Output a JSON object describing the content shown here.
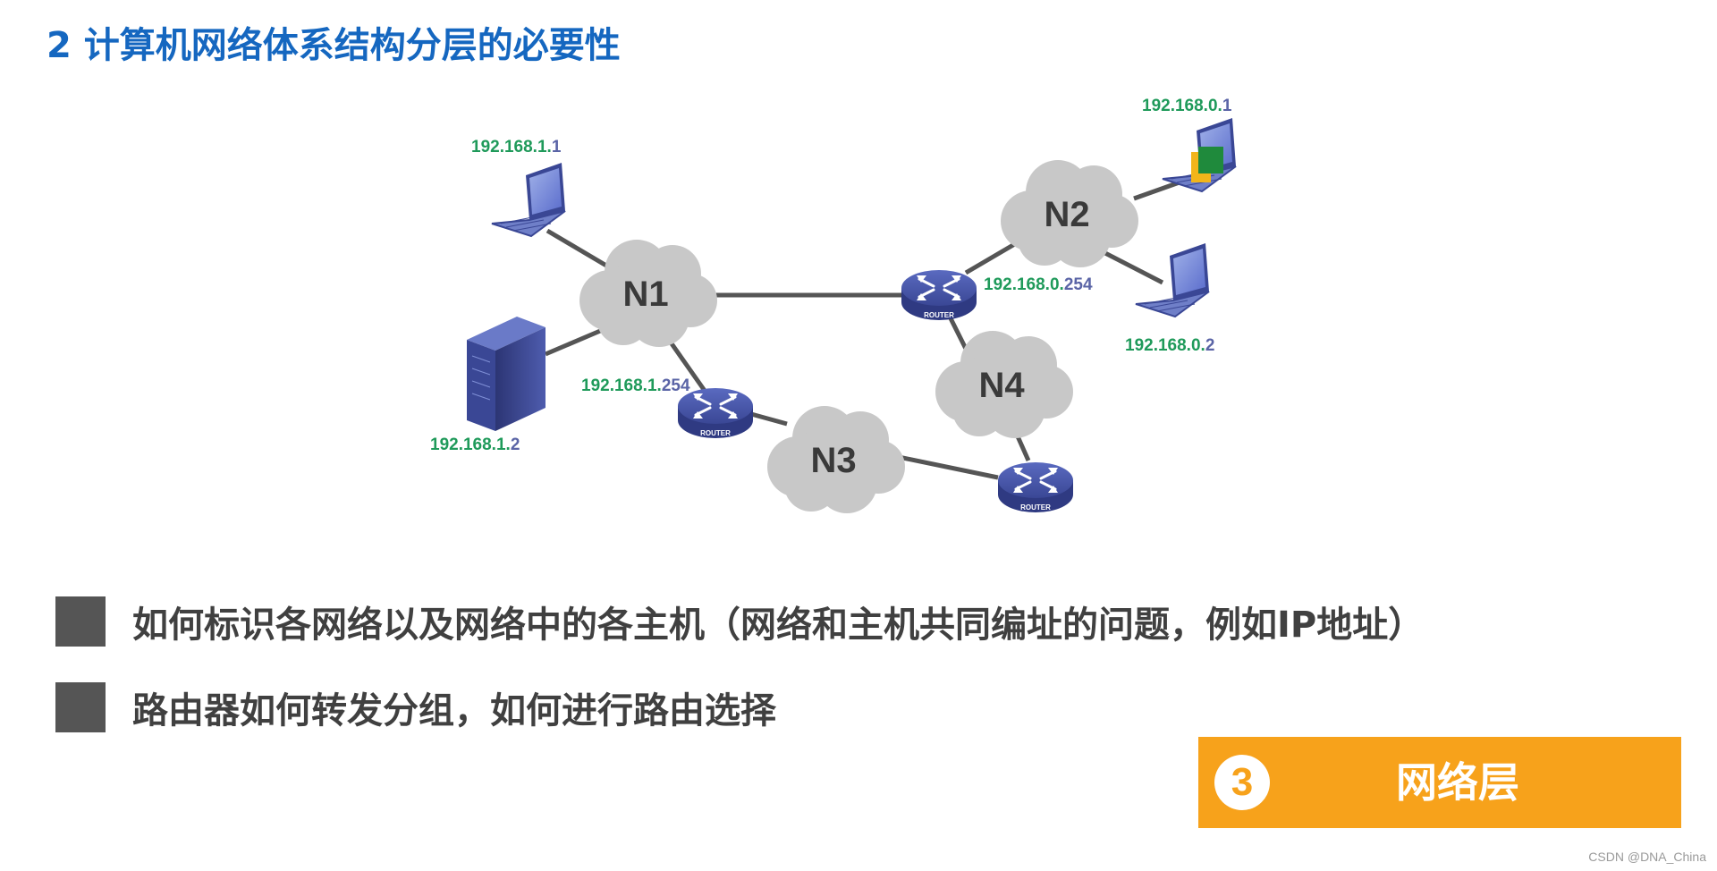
{
  "title": "2 计算机网络体系结构分层的必要性",
  "diagram": {
    "clouds": {
      "n1": "N1",
      "n2": "N2",
      "n3": "N3",
      "n4": "N4"
    },
    "router_label": "ROUTER",
    "ips": {
      "host_n1_a": {
        "net": "192.168.1.",
        "host": "1"
      },
      "server_n1": {
        "net": "192.168.1.",
        "host": "2"
      },
      "router_n1": {
        "net": "192.168.1.",
        "host": "254"
      },
      "host_n2_a": {
        "net": "192.168.0.",
        "host": "1"
      },
      "host_n2_b": {
        "net": "192.168.0.",
        "host": "2"
      },
      "router_n2": {
        "net": "192.168.0.",
        "host": "254"
      }
    }
  },
  "bullets": [
    "如何标识各网络以及网络中的各主机（网络和主机共同编址的问题，例如IP地址）",
    "路由器如何转发分组，如何进行路由选择"
  ],
  "layer": {
    "number": "3",
    "name": "网络层"
  },
  "watermark": "CSDN @DNA_China",
  "colors": {
    "title": "#1567c0",
    "ip_net": "#1f9a5a",
    "ip_host": "#5a64a6",
    "layer_bg": "#f7a21b",
    "cloud": "#c8c8c8",
    "router": "#3d4aa0"
  }
}
